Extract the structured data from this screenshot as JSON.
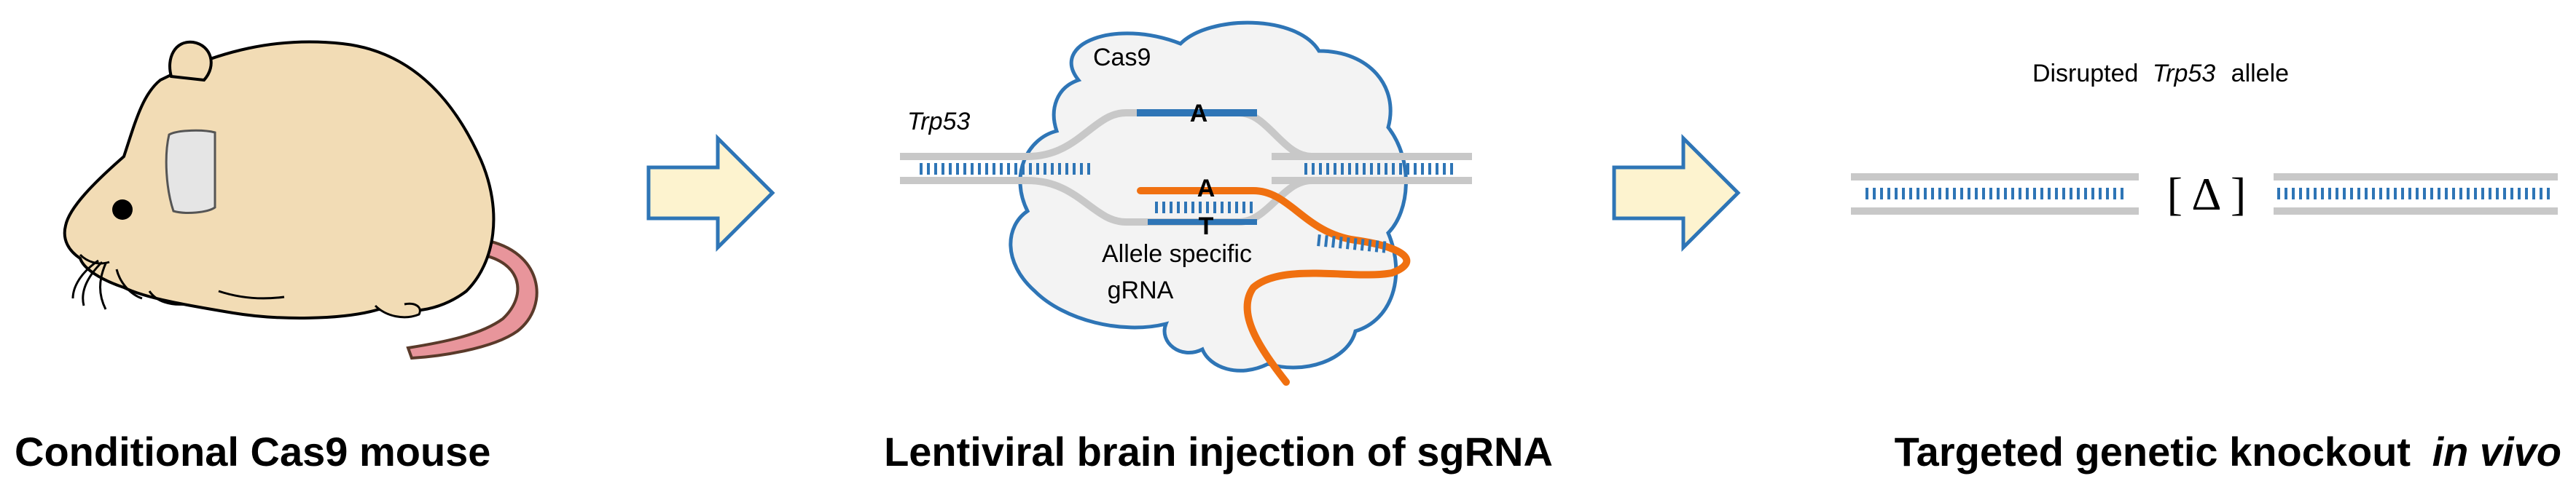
{
  "colors": {
    "arrow_fill": "#FDF3CF",
    "arrow_stroke": "#2E75B6",
    "dna_gray": "#C8C8C8",
    "dna_blue": "#2E75B6",
    "grna_orange": "#F07010",
    "cas9_fill": "#F3F3F3",
    "cas9_stroke": "#2E75B6",
    "mouse_body": "#F2DCB5",
    "mouse_tail": "#E8959B"
  },
  "icons": [
    "mouse-illustration",
    "right-arrow-icon",
    "cas9-complex",
    "dna-double-helix",
    "grna-strand"
  ],
  "panels": {
    "left": {
      "caption": "Conditional Cas9 mouse"
    },
    "middle": {
      "gene_label": "Trp53",
      "protein_label": "Cas9",
      "base_top": "A",
      "base_mid": "A",
      "base_bottom": "T",
      "grna_label_line1": "Allele specific",
      "grna_label_line2": "gRNA",
      "caption": "Lentiviral brain injection of sgRNA"
    },
    "right": {
      "allele_label_prefix": "Disrupted",
      "allele_label_gene": "Trp53",
      "allele_label_suffix": "allele",
      "deletion_symbol": "[ Δ ]",
      "caption_main": "Targeted genetic knockout",
      "caption_italic": "in vivo"
    }
  }
}
